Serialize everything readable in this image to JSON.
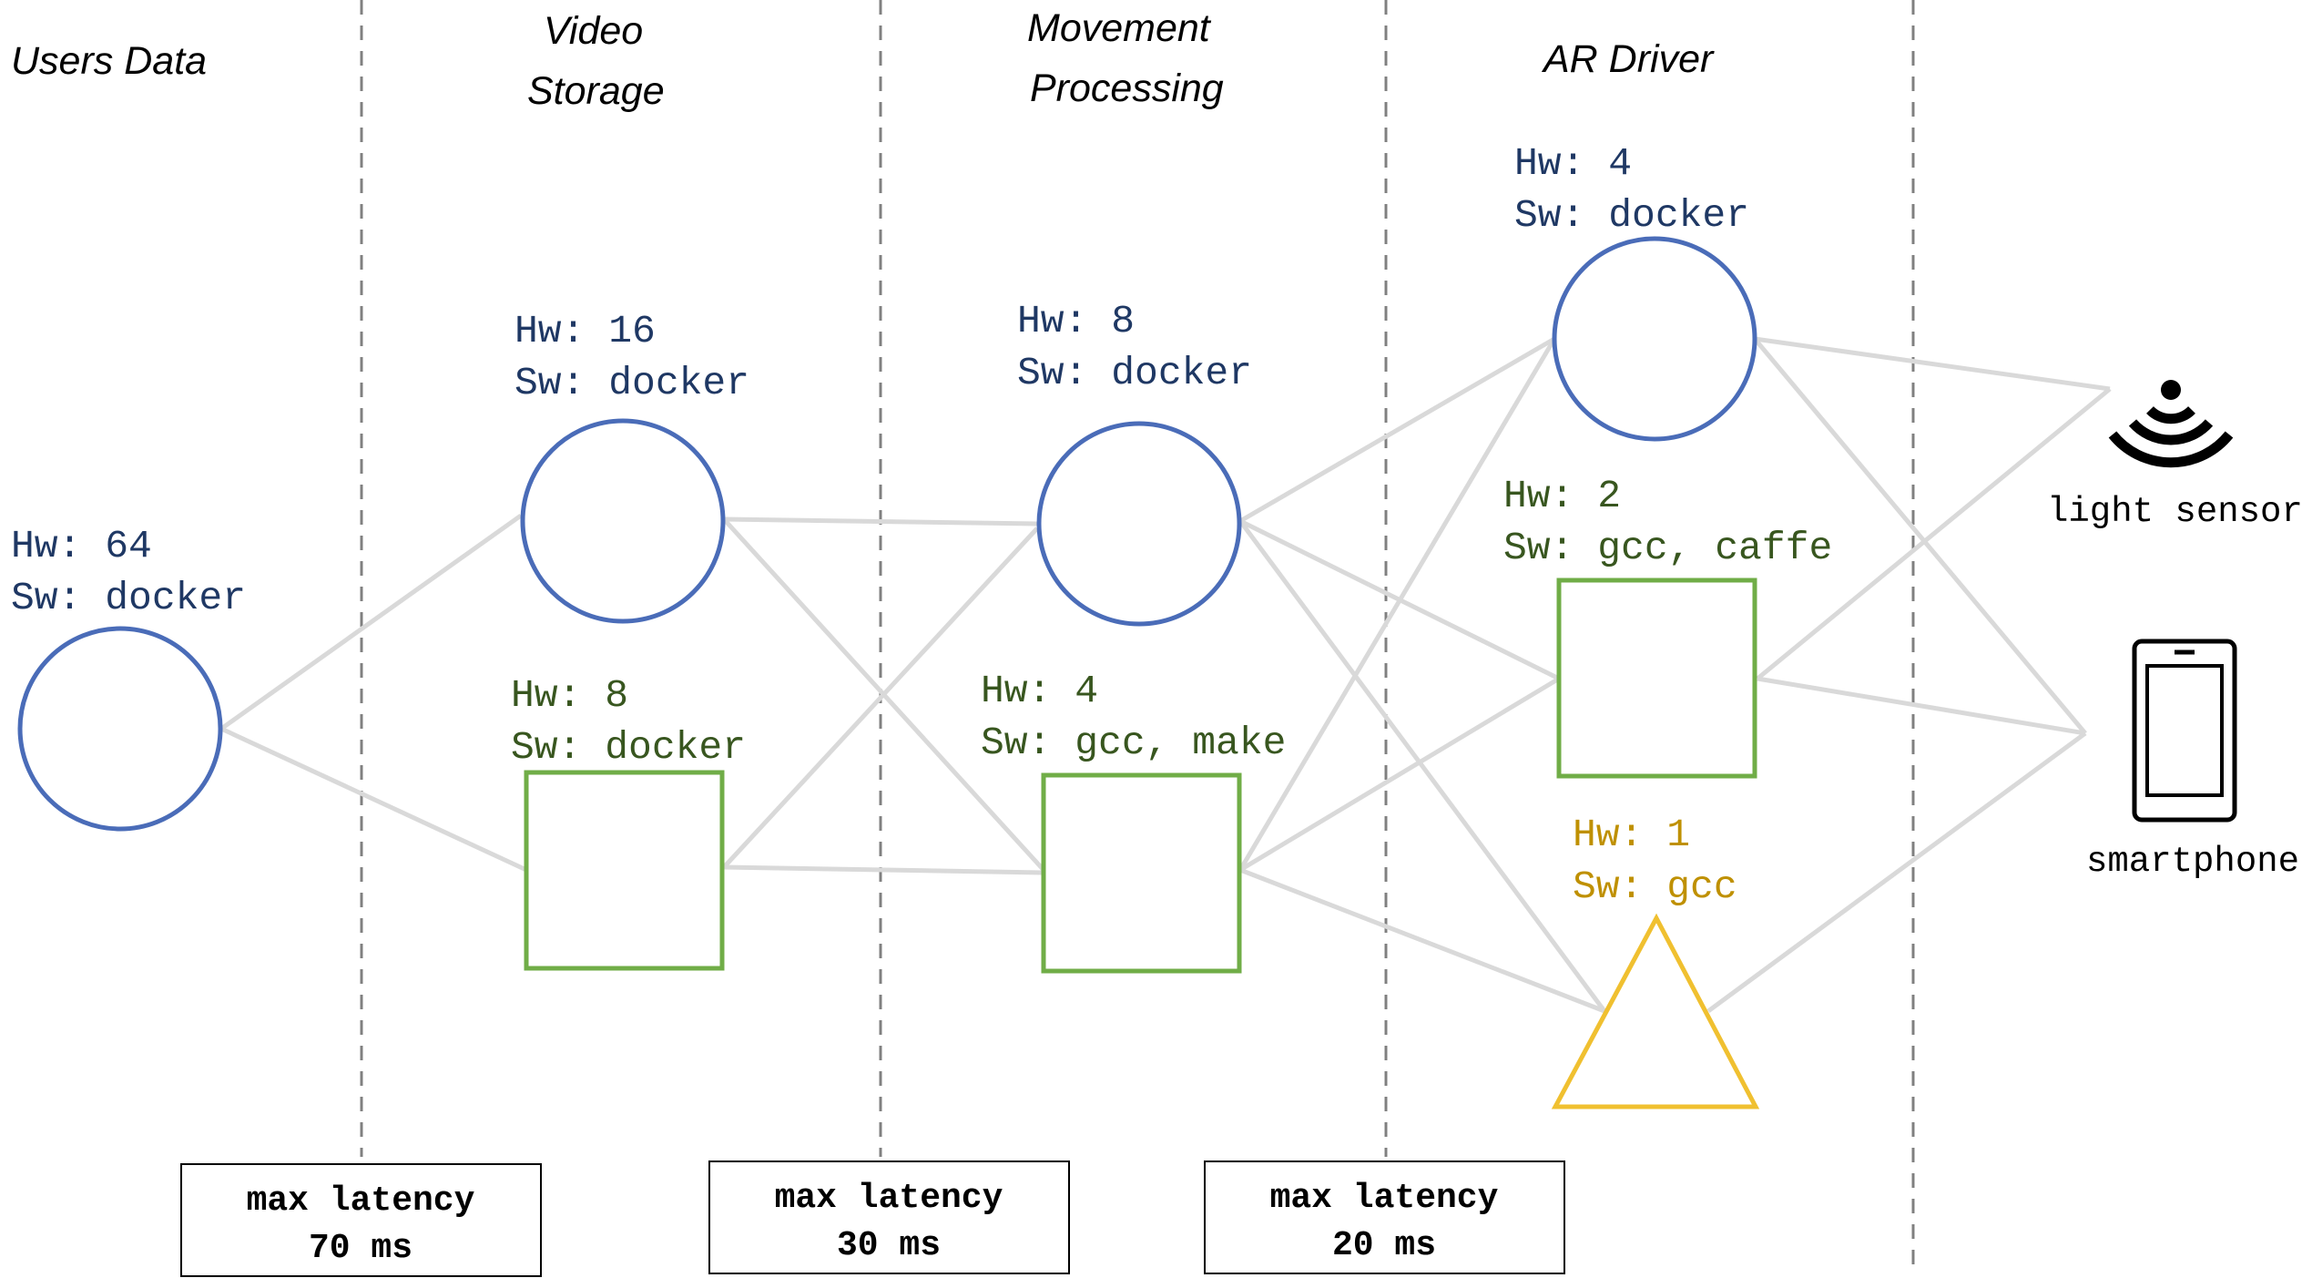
{
  "colors": {
    "circle": "#4a6cb8",
    "circle_label": "#1f3864",
    "square": "#70ad47",
    "square_label": "#38561f",
    "triangle": "#f0c030",
    "triangle_label": "#bf9000",
    "link": "#d9d9d9",
    "divider": "#808080"
  },
  "stages": {
    "users_data": "Users Data",
    "video_storage_1": "Video",
    "video_storage_2": "Storage",
    "movement_processing_1": "Movement",
    "movement_processing_2": "Processing",
    "ar_driver": "AR Driver"
  },
  "nodes": {
    "users_circle": {
      "hw": "Hw: 64",
      "sw": "Sw: docker"
    },
    "video_circle": {
      "hw": "Hw: 16",
      "sw": "Sw: docker"
    },
    "video_square": {
      "hw": "Hw: 8",
      "sw": "Sw: docker"
    },
    "movement_circle": {
      "hw": "Hw: 8",
      "sw": "Sw: docker"
    },
    "movement_square": {
      "hw": "Hw: 4",
      "sw": "Sw: gcc, make"
    },
    "ar_circle": {
      "hw": "Hw: 4",
      "sw": "Sw: docker"
    },
    "ar_square": {
      "hw": "Hw: 2",
      "sw": "Sw: gcc, caffe"
    },
    "ar_triangle": {
      "hw": "Hw: 1",
      "sw": "Sw: gcc"
    }
  },
  "devices": {
    "light_sensor": {
      "label": "light sensor",
      "icon": "wireless-signal-icon"
    },
    "smartphone": {
      "label": "smartphone",
      "icon": "smartphone-icon"
    }
  },
  "latencies": [
    {
      "line1": "max latency",
      "line2": "70 ms"
    },
    {
      "line1": "max latency",
      "line2": "30 ms"
    },
    {
      "line1": "max latency",
      "line2": "20 ms"
    }
  ]
}
